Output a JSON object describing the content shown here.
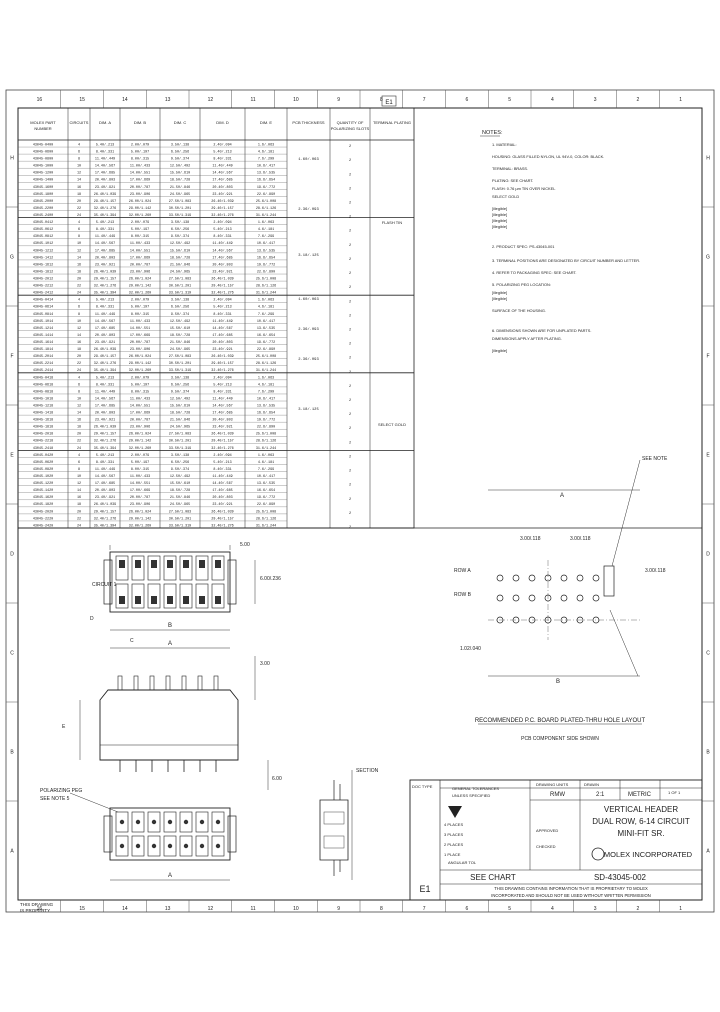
{
  "border": {
    "top_numbers": [
      "16",
      "15",
      "14",
      "13",
      "12",
      "11",
      "10",
      "9",
      "8",
      "7",
      "6",
      "5",
      "4",
      "3",
      "2",
      "1"
    ],
    "bottom_numbers": [
      "16",
      "15",
      "14",
      "13",
      "12",
      "11",
      "10",
      "9",
      "8",
      "7",
      "6",
      "5",
      "4",
      "3",
      "2",
      "1"
    ],
    "left_letters": [
      "H",
      "G",
      "F",
      "E",
      "D",
      "C",
      "B",
      "A"
    ],
    "right_letters": [
      "H",
      "G",
      "F",
      "E",
      "D",
      "C",
      "B",
      "A"
    ]
  },
  "table": {
    "headers": [
      "MOLEX PART NUMBER",
      "CIRCUITS",
      "DIM. A",
      "DIM. B",
      "DIM. C",
      "DIM. D",
      "DIM. E",
      "PCB THICKNESS",
      "QUANTITY OF POLARIZING SLOTS",
      "TERMINAL PLATING"
    ],
    "rows": [
      [
        "43045-0400",
        "4",
        "5.40/.213",
        "2.00/.079",
        "3.50/.138",
        "2.40/.094",
        "1.6/.063",
        "1.60/.063",
        "2",
        "FLASH"
      ],
      [
        "43045-0600",
        "6",
        "8.40/.331",
        "5.00/.197",
        "6.50/.256",
        "5.40/.213",
        "4.6/.181",
        "1.60/.063",
        "2",
        "FLASH"
      ],
      [
        "43045-0800",
        "8",
        "11.40/.449",
        "8.00/.315",
        "9.50/.374",
        "8.40/.331",
        "7.6/.299",
        "1.60/.063",
        "2",
        "FLASH"
      ],
      [
        "43045-1000",
        "10",
        "14.40/.567",
        "11.00/.433",
        "12.50/.492",
        "11.40/.449",
        "10.6/.417",
        "1.60/.063",
        "2",
        "FLASH"
      ],
      [
        "43045-1200",
        "12",
        "17.40/.685",
        "14.00/.551",
        "15.50/.610",
        "14.40/.567",
        "13.6/.535",
        "1.60/.063",
        "2",
        "FLASH"
      ],
      [
        "43045-1400",
        "14",
        "20.40/.803",
        "17.00/.669",
        "18.50/.728",
        "17.40/.685",
        "16.6/.654",
        "1.60/.063",
        "2",
        "FLASH"
      ],
      [
        "43045-1600",
        "16",
        "23.40/.921",
        "20.00/.787",
        "21.50/.846",
        "20.40/.803",
        "19.6/.772",
        "1.60/.063",
        "2",
        "FLASH"
      ],
      [
        "43045-1800",
        "18",
        "26.40/1.039",
        "23.00/.906",
        "24.50/.965",
        "23.40/.921",
        "22.6/.890",
        "1.60/.063",
        "2",
        "FLASH"
      ],
      [
        "43045-2000",
        "20",
        "29.40/1.157",
        "26.00/1.024",
        "27.50/1.083",
        "26.40/1.039",
        "25.6/1.008",
        "1.60/.063",
        "2",
        "FLASH"
      ],
      [
        "43045-2200",
        "22",
        "32.40/1.276",
        "29.00/1.142",
        "30.50/1.201",
        "29.40/1.157",
        "28.6/1.126",
        "1.60/.063",
        "2",
        "FLASH"
      ],
      [
        "43045-2400",
        "24",
        "35.40/1.394",
        "32.00/1.260",
        "33.50/1.319",
        "32.40/1.276",
        "31.6/1.244",
        "1.60/.063",
        "2",
        "FLASH"
      ],
      [
        "43045-0412",
        "4",
        "5.40/.213",
        "2.00/.079",
        "3.50/.138",
        "2.40/.094",
        "1.6/.063",
        "2.36/.093",
        "2",
        "FLASH"
      ],
      [
        "43045-0612",
        "6",
        "8.40/.331",
        "5.00/.197",
        "6.50/.256",
        "5.40/.213",
        "4.6/.181",
        "2.36/.093",
        "2",
        "FLASH"
      ],
      [
        "43045-0812",
        "8",
        "11.40/.449",
        "8.00/.315",
        "9.50/.374",
        "8.40/.331",
        "7.6/.299",
        "2.36/.093",
        "2",
        "FLASH"
      ],
      [
        "43045-1012",
        "10",
        "14.40/.567",
        "11.00/.433",
        "12.50/.492",
        "11.40/.449",
        "10.6/.417",
        "2.36/.093",
        "2",
        "FLASH"
      ],
      [
        "43045-1212",
        "12",
        "17.40/.685",
        "14.00/.551",
        "15.50/.610",
        "14.40/.567",
        "13.6/.535",
        "2.36/.093",
        "2",
        "FLASH"
      ],
      [
        "43045-1412",
        "14",
        "20.40/.803",
        "17.00/.669",
        "18.50/.728",
        "17.40/.685",
        "16.6/.654",
        "2.36/.093",
        "2",
        "FLASH"
      ],
      [
        "43045-1612",
        "16",
        "23.40/.921",
        "20.00/.787",
        "21.50/.846",
        "20.40/.803",
        "19.6/.772",
        "2.36/.093",
        "2",
        "FLASH"
      ],
      [
        "43045-1812",
        "18",
        "26.40/1.039",
        "23.00/.906",
        "24.50/.965",
        "23.40/.921",
        "22.6/.890",
        "2.36/.093",
        "2",
        "FLASH"
      ],
      [
        "43045-2012",
        "20",
        "29.40/1.157",
        "26.00/1.024",
        "27.50/1.083",
        "26.40/1.039",
        "25.6/1.008",
        "2.36/.093",
        "2",
        "FLASH"
      ],
      [
        "43045-2212",
        "22",
        "32.40/1.276",
        "29.00/1.142",
        "30.50/1.201",
        "29.40/1.157",
        "28.6/1.126",
        "2.36/.093",
        "2",
        "FLASH"
      ],
      [
        "43045-2412",
        "24",
        "35.40/1.394",
        "32.00/1.260",
        "33.50/1.319",
        "32.40/1.276",
        "31.6/1.244",
        "2.36/.093",
        "2",
        "FLASH"
      ],
      [
        "43045-0414",
        "4",
        "5.40/.213",
        "2.00/.079",
        "3.50/.138",
        "2.40/.094",
        "1.6/.063",
        "3.18/.125",
        "2",
        "FLASH"
      ],
      [
        "43045-0614",
        "6",
        "8.40/.331",
        "5.00/.197",
        "6.50/.256",
        "5.40/.213",
        "4.6/.181",
        "3.18/.125",
        "2",
        "FLASH"
      ],
      [
        "43045-0814",
        "8",
        "11.40/.449",
        "8.00/.315",
        "9.50/.374",
        "8.40/.331",
        "7.6/.299",
        "3.18/.125",
        "2",
        "FLASH"
      ],
      [
        "43045-1014",
        "10",
        "14.40/.567",
        "11.00/.433",
        "12.50/.492",
        "11.40/.449",
        "10.6/.417",
        "3.18/.125",
        "2",
        "FLASH"
      ],
      [
        "43045-1214",
        "12",
        "17.40/.685",
        "14.00/.551",
        "15.50/.610",
        "14.40/.567",
        "13.6/.535",
        "3.18/.125",
        "2",
        "FLASH"
      ],
      [
        "43045-1414",
        "14",
        "20.40/.803",
        "17.00/.669",
        "18.50/.728",
        "17.40/.685",
        "16.6/.654",
        "3.18/.125",
        "2",
        "FLASH"
      ],
      [
        "43045-1614",
        "16",
        "23.40/.921",
        "20.00/.787",
        "21.50/.846",
        "20.40/.803",
        "19.6/.772",
        "3.18/.125",
        "2",
        "FLASH"
      ],
      [
        "43045-1814",
        "18",
        "26.40/1.039",
        "23.00/.906",
        "24.50/.965",
        "23.40/.921",
        "22.6/.890",
        "3.18/.125",
        "2",
        "FLASH"
      ],
      [
        "43045-2014",
        "20",
        "29.40/1.157",
        "26.00/1.024",
        "27.50/1.083",
        "26.40/1.039",
        "25.6/1.008",
        "3.18/.125",
        "2",
        "FLASH"
      ],
      [
        "43045-2214",
        "22",
        "32.40/1.276",
        "29.00/1.142",
        "30.50/1.201",
        "29.40/1.157",
        "28.6/1.126",
        "3.18/.125",
        "2",
        "FLASH"
      ],
      [
        "43045-2414",
        "24",
        "35.40/1.394",
        "32.00/1.260",
        "33.50/1.319",
        "32.40/1.276",
        "31.6/1.244",
        "3.18/.125",
        "2",
        "FLASH"
      ],
      [
        "43045-0418",
        "4",
        "5.40/.213",
        "2.00/.079",
        "3.50/.138",
        "2.40/.094",
        "1.6/.063",
        "1.60/.063",
        "2",
        "GOLD"
      ],
      [
        "43045-0618",
        "6",
        "8.40/.331",
        "5.00/.197",
        "6.50/.256",
        "5.40/.213",
        "4.6/.181",
        "1.60/.063",
        "2",
        "GOLD"
      ],
      [
        "43045-0818",
        "8",
        "11.40/.449",
        "8.00/.315",
        "9.50/.374",
        "8.40/.331",
        "7.6/.299",
        "1.60/.063",
        "2",
        "GOLD"
      ],
      [
        "43045-1018",
        "10",
        "14.40/.567",
        "11.00/.433",
        "12.50/.492",
        "11.40/.449",
        "10.6/.417",
        "1.60/.063",
        "2",
        "GOLD"
      ],
      [
        "43045-1218",
        "12",
        "17.40/.685",
        "14.00/.551",
        "15.50/.610",
        "14.40/.567",
        "13.6/.535",
        "1.60/.063",
        "2",
        "GOLD"
      ],
      [
        "43045-1418",
        "14",
        "20.40/.803",
        "17.00/.669",
        "18.50/.728",
        "17.40/.685",
        "16.6/.654",
        "1.60/.063",
        "2",
        "GOLD"
      ],
      [
        "43045-1618",
        "16",
        "23.40/.921",
        "20.00/.787",
        "21.50/.846",
        "20.40/.803",
        "19.6/.772",
        "1.60/.063",
        "2",
        "GOLD"
      ],
      [
        "43045-1818",
        "18",
        "26.40/1.039",
        "23.00/.906",
        "24.50/.965",
        "23.40/.921",
        "22.6/.890",
        "1.60/.063",
        "2",
        "GOLD"
      ],
      [
        "43045-2018",
        "20",
        "29.40/1.157",
        "26.00/1.024",
        "27.50/1.083",
        "26.40/1.039",
        "25.6/1.008",
        "1.60/.063",
        "2",
        "GOLD"
      ],
      [
        "43045-2218",
        "22",
        "32.40/1.276",
        "29.00/1.142",
        "30.50/1.201",
        "29.40/1.157",
        "28.6/1.126",
        "1.60/.063",
        "2",
        "GOLD"
      ],
      [
        "43045-2418",
        "24",
        "35.40/1.394",
        "32.00/1.260",
        "33.50/1.319",
        "32.40/1.276",
        "31.6/1.244",
        "1.60/.063",
        "2",
        "GOLD"
      ],
      [
        "43045-0420",
        "4",
        "5.40/.213",
        "2.00/.079",
        "3.50/.138",
        "2.40/.094",
        "1.6/.063",
        "2.36/.093",
        "2",
        "GOLD"
      ],
      [
        "43045-0620",
        "6",
        "8.40/.331",
        "5.00/.197",
        "6.50/.256",
        "5.40/.213",
        "4.6/.181",
        "2.36/.093",
        "2",
        "GOLD"
      ],
      [
        "43045-0820",
        "8",
        "11.40/.449",
        "8.00/.315",
        "9.50/.374",
        "8.40/.331",
        "7.6/.299",
        "2.36/.093",
        "2",
        "GOLD"
      ],
      [
        "43045-1020",
        "10",
        "14.40/.567",
        "11.00/.433",
        "12.50/.492",
        "11.40/.449",
        "10.6/.417",
        "2.36/.093",
        "2",
        "GOLD"
      ],
      [
        "43045-1220",
        "12",
        "17.40/.685",
        "14.00/.551",
        "15.50/.610",
        "14.40/.567",
        "13.6/.535",
        "2.36/.093",
        "2",
        "GOLD"
      ],
      [
        "43045-1420",
        "14",
        "20.40/.803",
        "17.00/.669",
        "18.50/.728",
        "17.40/.685",
        "16.6/.654",
        "2.36/.093",
        "2",
        "GOLD"
      ],
      [
        "43045-1620",
        "16",
        "23.40/.921",
        "20.00/.787",
        "21.50/.846",
        "20.40/.803",
        "19.6/.772",
        "2.36/.093",
        "2",
        "GOLD"
      ],
      [
        "43045-1820",
        "18",
        "26.40/1.039",
        "23.00/.906",
        "24.50/.965",
        "23.40/.921",
        "22.6/.890",
        "2.36/.093",
        "2",
        "GOLD"
      ],
      [
        "43045-2020",
        "20",
        "29.40/1.157",
        "26.00/1.024",
        "27.50/1.083",
        "26.40/1.039",
        "25.6/1.008",
        "2.36/.093",
        "2",
        "GOLD"
      ],
      [
        "43045-2220",
        "22",
        "32.40/1.276",
        "29.00/1.142",
        "30.50/1.201",
        "29.40/1.157",
        "28.6/1.126",
        "2.36/.093",
        "2",
        "GOLD"
      ],
      [
        "43045-2420",
        "24",
        "35.40/1.394",
        "32.00/1.260",
        "33.50/1.319",
        "32.40/1.276",
        "31.6/1.244",
        "2.36/.093",
        "2",
        "GOLD"
      ]
    ],
    "pcb_group_labels": [
      "1.60/.063",
      "2.36/.093",
      "3.18/.125",
      "1.60/.063",
      "2.36/.093",
      "2.36/.093",
      "3.18/.125"
    ],
    "plating_labels": [
      "FLASH TIN",
      "SELECT GOLD"
    ]
  },
  "notes": {
    "title": "NOTES:",
    "lines": [
      "1. MATERIAL:",
      "   HOUSING: GLASS FILLED NYLON, UL 94V-0, COLOR: BLACK.",
      "   TERMINAL: BRASS.",
      "   PLATING: SEE CHART.",
      "   FLASH: 0.76 µm TIN OVER NICKEL",
      "   SELECT GOLD",
      "   [illegible]",
      "   [illegible]",
      "   [illegible]",
      "   [illegible]",
      "2. PRODUCT SPEC: PS-43045-001",
      "3. TERMINAL POSITIONS ARE DESIGNATED BY CIRCUIT NUMBER AND LETTER.",
      "4. REFER TO PACKAGING SPEC: SEE CHART.",
      "5. POLARIZING PEG LOCATION:",
      "   [illegible]",
      "   [illegible]",
      "   SURFACE OF THE HOUSING.",
      "6. DIMENSIONS SHOWN ARE FOR UNPLATED PARTS.",
      "   DIMENSIONS APPLY AFTER PLATING.",
      "   [illegible]"
    ]
  },
  "pcb_layout": {
    "caption": "RECOMMENDED P.C. BOARD PLATED-THRU HOLE LAYOUT",
    "subcaption": "PCB COMPONENT SIDE SHOWN",
    "labels": [
      "SEE NOTE",
      "3.00/.118",
      "3.00/.118",
      "3.00/.118",
      "A",
      "1.02/.040",
      "B",
      "ROW A",
      "ROW B"
    ]
  },
  "views": {
    "top_labels": [
      "CIRCUIT 1",
      "5.00",
      "B",
      "A",
      "6.00/.236",
      "D",
      "C"
    ],
    "side_labels": [
      "E",
      "3.00",
      "6.00"
    ],
    "bottom_labels": [
      "POLARIZING PEG",
      "SEE NOTE 5",
      "A",
      "SECTION"
    ]
  },
  "title_block": {
    "title_lines": [
      "VERTICAL HEADER",
      "DUAL ROW, 6-14 CIRCUIT",
      "MINI-FIT SR."
    ],
    "company": "MOLEX INCORPORATED",
    "document_number": "SD-43045-002",
    "sheet": "1 OF 1",
    "units": "METRIC",
    "scale": "2:1",
    "see_chart": "SEE CHART",
    "rev": "E1",
    "drawn_by": "RMW",
    "disclaimer_lines": [
      "THIS DRAWING CONTAINS INFORMATION THAT IS PROPRIETARY TO MOLEX",
      "INCORPORATED AND SHOULD NOT BE USED WITHOUT WRITTEN PERMISSION"
    ],
    "small_labels": [
      "GENERAL TOLERANCES",
      "UNLESS SPECIFIED",
      "DRAWING UNITS",
      "DRAWN",
      "APPROVED",
      "CHECKED",
      "ANGULAR TOL",
      "4 PLACES",
      "3 PLACES",
      "2 PLACES",
      "1 PLACE",
      "DOC TYPE"
    ]
  },
  "footer_left": [
    "THIS DRAWING",
    "IS PROPERTY"
  ]
}
